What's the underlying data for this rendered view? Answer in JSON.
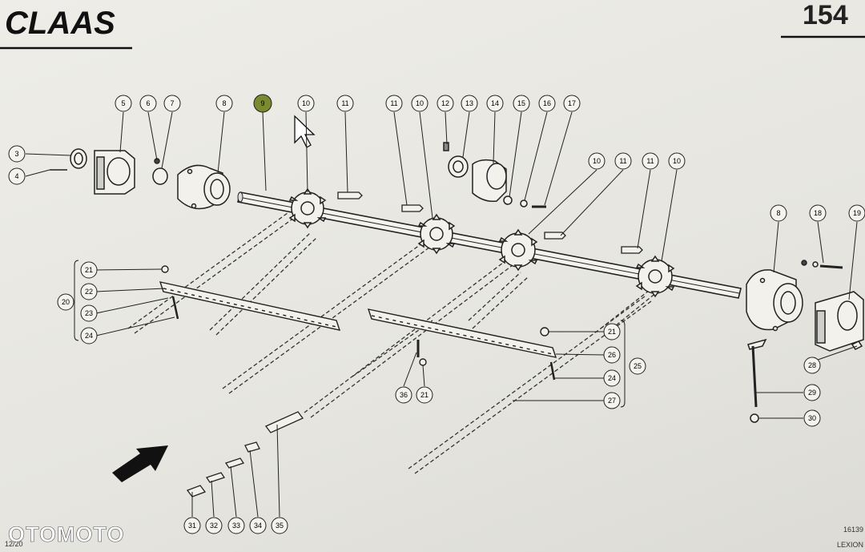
{
  "header": {
    "brand": "CLAAS",
    "page_number": "154"
  },
  "footer": {
    "watermark": "OTOMOTO",
    "date_code": "12/20",
    "part_code": "16139",
    "model": "LEXION"
  },
  "callouts": [
    "3",
    "4",
    "5",
    "6",
    "7",
    "8",
    "9",
    "10",
    "11",
    "11",
    "10",
    "12",
    "13",
    "14",
    "15",
    "16",
    "17",
    "10",
    "11",
    "11",
    "10",
    "8",
    "18",
    "19",
    "20",
    "21",
    "22",
    "23",
    "24",
    "21",
    "26",
    "25",
    "24",
    "27",
    "36",
    "21",
    "28",
    "29",
    "30",
    "31",
    "32",
    "33",
    "34",
    "35"
  ],
  "colors": {
    "line": "#2b2b2b",
    "highlight": "#7a8a2e",
    "paper": "#eceae4"
  }
}
